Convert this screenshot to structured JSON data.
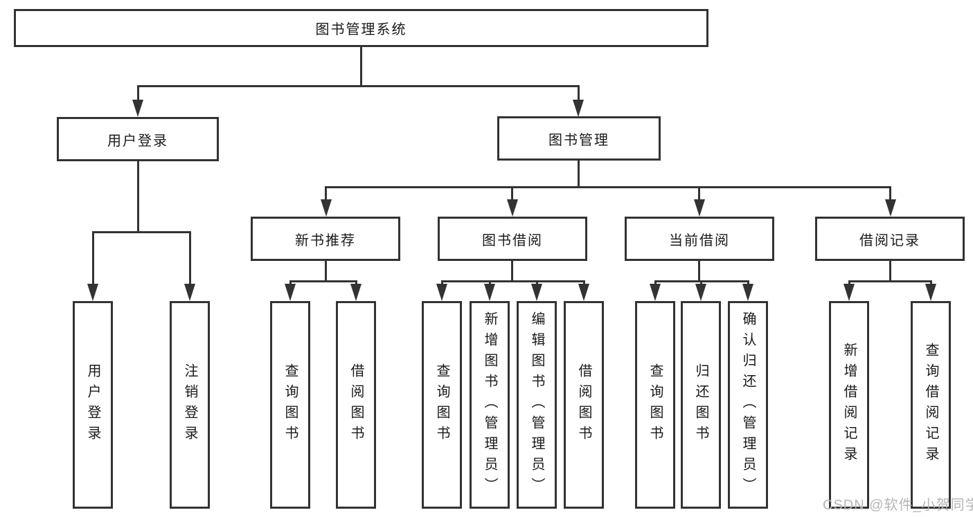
{
  "tree": {
    "label": "图书管理系统",
    "children": [
      {
        "label": "用户登录",
        "children": [
          {
            "label": "用户登录"
          },
          {
            "label": "注销登录"
          }
        ]
      },
      {
        "label": "图书管理",
        "children": [
          {
            "label": "新书推荐",
            "children": [
              {
                "label": "查询图书"
              },
              {
                "label": "借阅图书"
              }
            ]
          },
          {
            "label": "图书借阅",
            "children": [
              {
                "label": "查询图书"
              },
              {
                "label": "新增图书（管理员）"
              },
              {
                "label": "编辑图书（管理员）"
              },
              {
                "label": "借阅图书"
              }
            ]
          },
          {
            "label": "当前借阅",
            "children": [
              {
                "label": "查询图书"
              },
              {
                "label": "归还图书"
              },
              {
                "label": "确认归还（管理员）"
              }
            ]
          },
          {
            "label": "借阅记录",
            "children": [
              {
                "label": "新增借阅记录"
              },
              {
                "label": "查询借阅记录"
              }
            ]
          }
        ]
      }
    ]
  },
  "watermark": {
    "text": "CSDN @软件_小贺同学"
  },
  "colors": {
    "line": "#333333",
    "text": "#1a1a1a",
    "watermark": "#b5b5b5",
    "background": "#ffffff"
  }
}
